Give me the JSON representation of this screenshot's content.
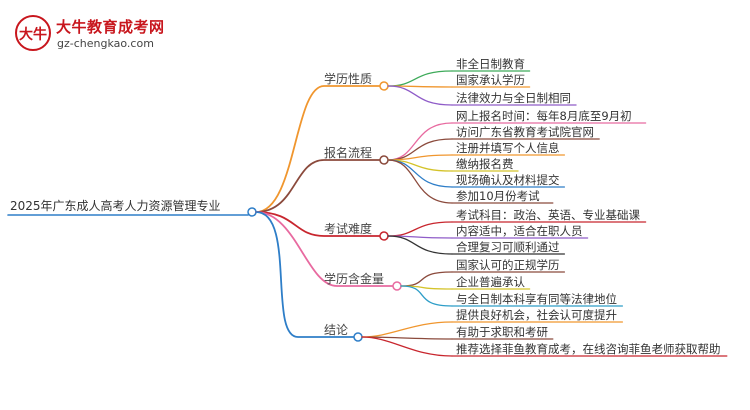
{
  "logo": {
    "mark_text": "大牛",
    "title": "大牛教育成考网",
    "url": "gz-chengkao.com"
  },
  "mindmap": {
    "root": "2025年广东成人高考人力资源管理专业",
    "branches": [
      {
        "label": "学历性质",
        "color": "#f0962e",
        "leaves": [
          {
            "text": "非全日制教育",
            "color": "#3eaa5a"
          },
          {
            "text": "国家承认学历",
            "color": "#f0962e"
          },
          {
            "text": "法律效力与全日制相同",
            "color": "#8f5cc8"
          }
        ]
      },
      {
        "label": "报名流程",
        "color": "#8b4a3c",
        "leaves": [
          {
            "text": "网上报名时间：每年8月底至9月初",
            "color": "#e86aa0"
          },
          {
            "text": "访问广东省教育考试院官网",
            "color": "#8b4a3c"
          },
          {
            "text": "注册并填写个人信息",
            "color": "#f0962e"
          },
          {
            "text": "缴纳报名费",
            "color": "#d4c32a"
          },
          {
            "text": "现场确认及材料提交",
            "color": "#2e7ec8"
          },
          {
            "text": "参加10月份考试",
            "color": "#8b4a3c"
          }
        ]
      },
      {
        "label": "考试难度",
        "color": "#c8262e",
        "leaves": [
          {
            "text": "考试科目：政治、英语、专业基础课",
            "color": "#c8262e"
          },
          {
            "text": "内容适中，适合在职人员",
            "color": "#8f5cc8"
          },
          {
            "text": "合理复习可顺利通过",
            "color": "#333333"
          }
        ]
      },
      {
        "label": "学历含金量",
        "color": "#e86aa0",
        "leaves": [
          {
            "text": "国家认可的正规学历",
            "color": "#8b4a3c"
          },
          {
            "text": "企业普遍承认",
            "color": "#d4c32a"
          },
          {
            "text": "与全日制本科享有同等法律地位",
            "color": "#2e9ec8"
          }
        ]
      },
      {
        "label": "结论",
        "color": "#2e7ec8",
        "leaves": [
          {
            "text": "提供良好机会，社会认可度提升",
            "color": "#f0962e"
          },
          {
            "text": "有助于求职和考研",
            "color": "#8b4a3c"
          },
          {
            "text": "推荐选择菲鱼教育成考，在线咨询菲鱼老师获取帮助",
            "color": "#c8262e"
          }
        ]
      }
    ]
  }
}
